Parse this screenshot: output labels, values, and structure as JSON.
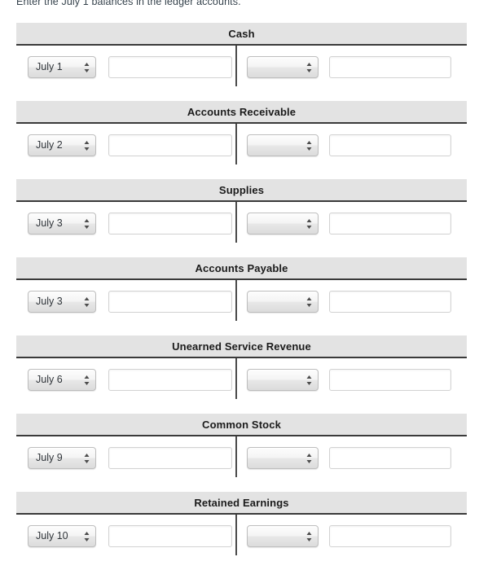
{
  "instruction": "Enter the July 1 balances in the ledger accounts.",
  "icons": {
    "spinner": "updown-spinner-icon"
  },
  "colors": {
    "header_bg": "#e3e3e3",
    "header_border": "#3a3a3a",
    "divider": "#4a4a4a",
    "text": "#1b1b1b",
    "page_bg": "#ffffff"
  },
  "date_options": [
    "July 1",
    "July 2",
    "July 3",
    "July 6",
    "July 9",
    "July 10"
  ],
  "account_options": [
    ""
  ],
  "accounts": [
    {
      "title": "Cash",
      "date_value": "July 1",
      "debit_value": "",
      "account_value": "",
      "credit_value": ""
    },
    {
      "title": "Accounts Receivable",
      "date_value": "July 2",
      "debit_value": "",
      "account_value": "",
      "credit_value": ""
    },
    {
      "title": "Supplies",
      "date_value": "July 3",
      "debit_value": "",
      "account_value": "",
      "credit_value": ""
    },
    {
      "title": "Accounts Payable",
      "date_value": "July 3",
      "debit_value": "",
      "account_value": "",
      "credit_value": ""
    },
    {
      "title": "Unearned Service Revenue",
      "date_value": "July 6",
      "debit_value": "",
      "account_value": "",
      "credit_value": ""
    },
    {
      "title": "Common Stock",
      "date_value": "July 9",
      "debit_value": "",
      "account_value": "",
      "credit_value": ""
    },
    {
      "title": "Retained Earnings",
      "date_value": "July 10",
      "debit_value": "",
      "account_value": "",
      "credit_value": ""
    }
  ]
}
